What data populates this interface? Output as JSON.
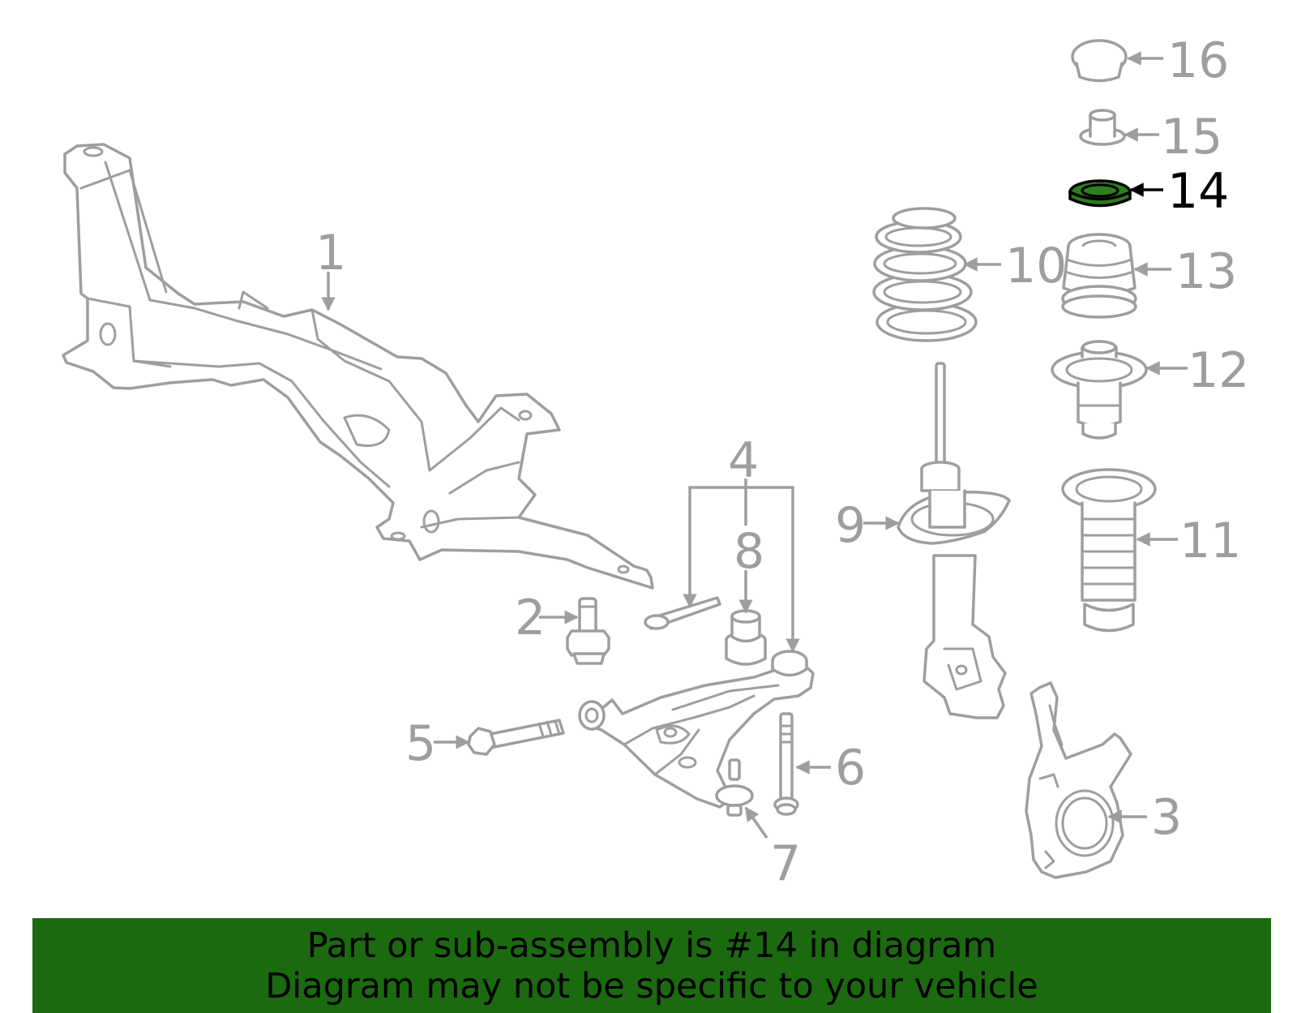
{
  "diagram": {
    "highlighted_part": "14",
    "colors": {
      "outline": "#9e9e9e",
      "highlight_fill": "#2e7d1f",
      "banner_bg": "#1b6a10",
      "active_label": "#000000"
    },
    "callouts": {
      "c1": "1",
      "c2": "2",
      "c3": "3",
      "c4": "4",
      "c5": "5",
      "c6": "6",
      "c7": "7",
      "c8": "8",
      "c9": "9",
      "c10": "10",
      "c11": "11",
      "c12": "12",
      "c13": "13",
      "c14": "14",
      "c15": "15",
      "c16": "16"
    }
  },
  "banner": {
    "line1": "Part or sub-assembly is #14 in diagram",
    "line2": "Diagram may not be specific to your vehicle"
  }
}
